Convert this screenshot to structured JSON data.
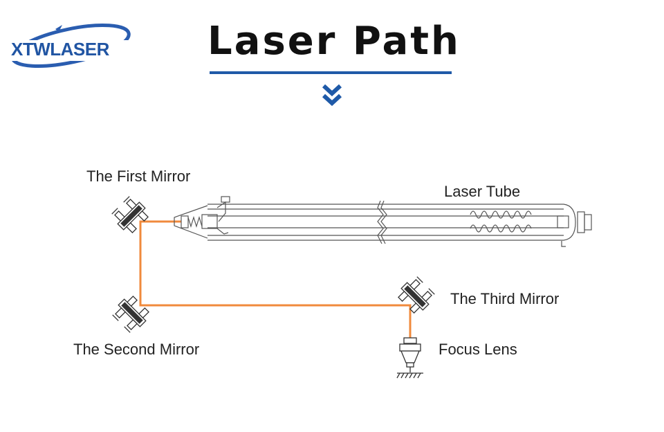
{
  "brand": {
    "logo_text": "XTWLASER",
    "accent": "#2155a3"
  },
  "title": "Laser Path",
  "icons": {
    "scroll_down": "double-chevron-down-icon"
  },
  "beam_color": "#f08a3c",
  "labels": {
    "first_mirror": "The First Mirror",
    "laser_tube": "Laser Tube",
    "third_mirror": "The Third Mirror",
    "second_mirror": "The Second Mirror",
    "focus_lens": "Focus Lens"
  }
}
